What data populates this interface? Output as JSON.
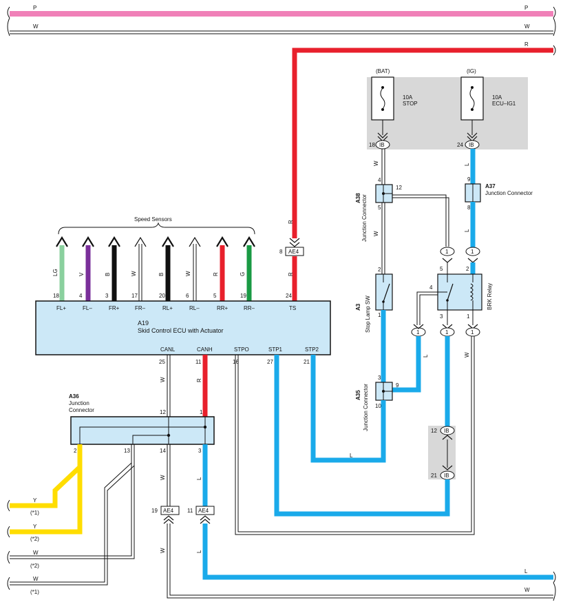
{
  "colors": {
    "pink": "#f080b8",
    "red": "#e8202c",
    "blue": "#1aaaea",
    "yellow": "#ffdd00",
    "lightgreen": "#8ad09e",
    "violet": "#7a2f9a",
    "green": "#1a9a44",
    "ecu_fill": "#cce8f7",
    "gray_box": "#d8d8d8"
  },
  "buses": {
    "p": "P",
    "w": "W",
    "r": "R",
    "l": "L"
  },
  "speed_sensors_title": "Speed Sensors",
  "ecu": {
    "id": "A19",
    "name": "Skid Control ECU with Actuator",
    "top_pins": [
      {
        "no": "18",
        "name": "FL+",
        "wire": "LG"
      },
      {
        "no": "4",
        "name": "FL–",
        "wire": "V"
      },
      {
        "no": "3",
        "name": "FR+",
        "wire": "B"
      },
      {
        "no": "17",
        "name": "FR–",
        "wire": "W"
      },
      {
        "no": "20",
        "name": "RL+",
        "wire": "B"
      },
      {
        "no": "6",
        "name": "RL–",
        "wire": "W"
      },
      {
        "no": "5",
        "name": "RR+",
        "wire": "R"
      },
      {
        "no": "19",
        "name": "RR–",
        "wire": "G"
      },
      {
        "no": "24",
        "name": "TS",
        "wire": "R"
      }
    ],
    "bottom_pins": [
      {
        "no": "25",
        "name": "CANL",
        "wire": "W"
      },
      {
        "no": "11",
        "name": "CANH",
        "wire": "R"
      },
      {
        "no": "16",
        "name": "STPO",
        "wire": ""
      },
      {
        "no": "27",
        "name": "STP1",
        "wire": ""
      },
      {
        "no": "21",
        "name": "STP2",
        "wire": ""
      }
    ]
  },
  "ae4": {
    "label": "AE4",
    "top_pin": "8",
    "bot_pin_left": "19",
    "bot_pin_right": "11",
    "bot_wire_left": "W",
    "bot_wire_right": "L",
    "top_wire": "R"
  },
  "fuses": [
    {
      "supply": "(BAT)",
      "amp": "10A",
      "name": "STOP",
      "pin": "18",
      "conn": "IB",
      "wire": "W"
    },
    {
      "supply": "(IG)",
      "amp": "10A",
      "name": "ECU–IG1",
      "pin": "24",
      "conn": "IB",
      "wire": "L"
    }
  ],
  "a38": {
    "id": "A38",
    "name": "Junction Connector",
    "pins": {
      "top": "4",
      "right": "12",
      "bottom": "5"
    },
    "wires": {
      "bottom": "W"
    }
  },
  "a37": {
    "id": "A37",
    "name": "Junction Connector",
    "pins": {
      "top": "9",
      "bottom": "8"
    },
    "wire": "L"
  },
  "a3": {
    "id": "A3",
    "name": "Stop Lamp SW",
    "pins": {
      "top": "2",
      "bottom": "1"
    }
  },
  "relay": {
    "name": "BRK Relay",
    "pins": {
      "p5": "5",
      "p2": "2",
      "p4": "4",
      "p3": "3",
      "p1": "1"
    }
  },
  "conn1": "1",
  "a35": {
    "id": "A35",
    "name": "Junction Connector",
    "pins": {
      "top": "3",
      "right": "9",
      "bottom": "10"
    },
    "wire": "L"
  },
  "ib_lower": {
    "conn": "IB",
    "top": "12",
    "bottom": "21"
  },
  "a36": {
    "id": "A36",
    "name1": "Junction",
    "name2": "Connector",
    "pins": {
      "p12": "12",
      "p1": "1",
      "p2": "2",
      "p13": "13",
      "p14": "14",
      "p3": "3"
    },
    "wires": {
      "p14": "W",
      "p3": "L"
    }
  },
  "left_wires": [
    {
      "color": "Y",
      "note": "(*1)"
    },
    {
      "color": "Y",
      "note": "(*2)"
    },
    {
      "color": "W",
      "note": "(*2)"
    },
    {
      "color": "W",
      "note": "(*1)"
    }
  ]
}
